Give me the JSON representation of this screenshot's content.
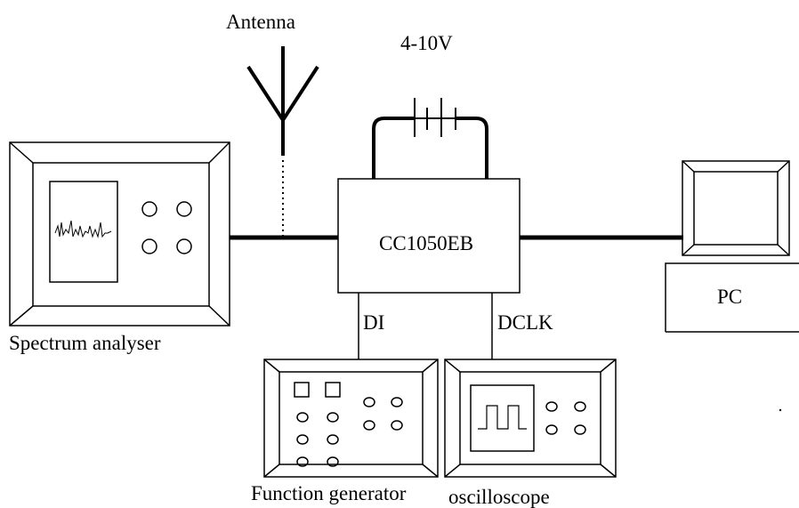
{
  "labels": {
    "antenna": "Antenna",
    "voltage": "4-10V",
    "device": "CC1050EB",
    "pc": "PC",
    "spectrum_analyser": "Spectrum analyser",
    "function_generator": "Function generator",
    "oscilloscope": "oscilloscope",
    "di": "DI",
    "dclk": "DCLK"
  },
  "colors": {
    "ink": "#000000",
    "background": "#ffffff"
  }
}
